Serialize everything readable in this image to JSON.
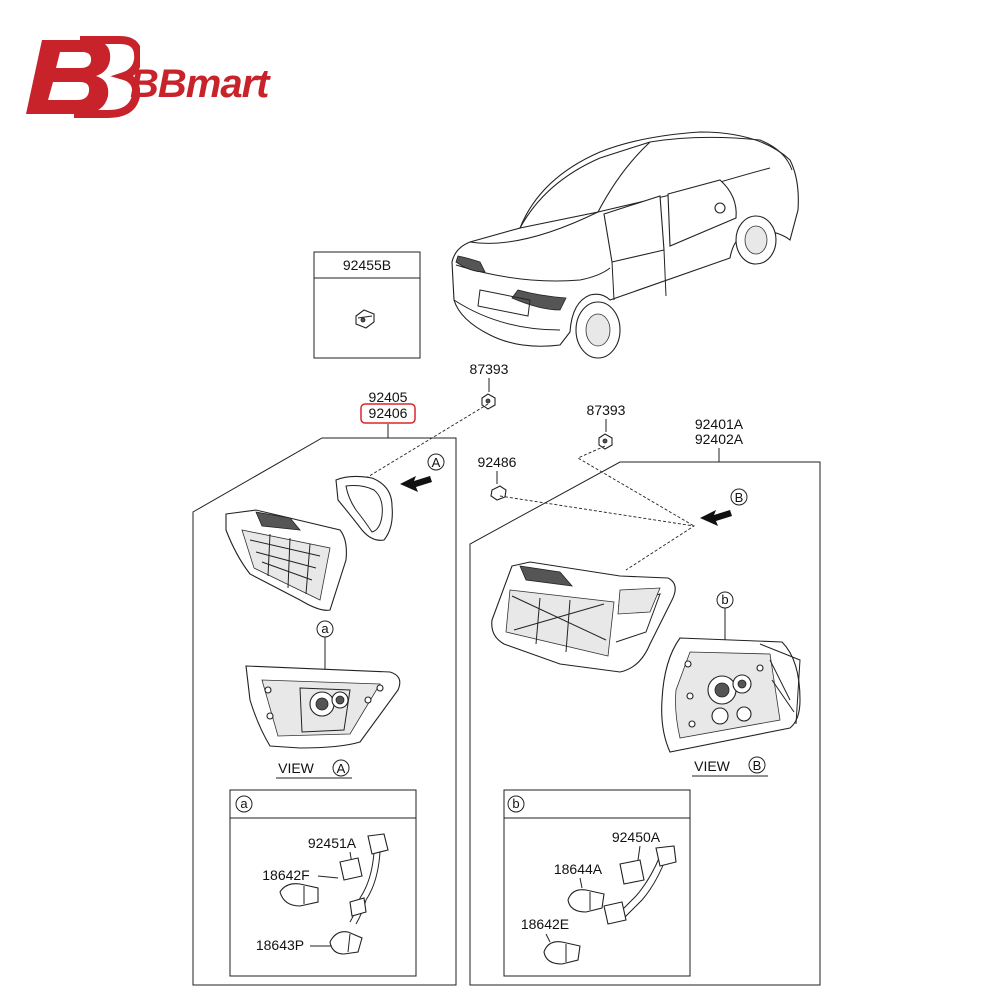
{
  "brand": {
    "name": "BBmart",
    "color": "#c8232b"
  },
  "highlight_color": "#d9262b",
  "labels": {
    "p92455B": "92455B",
    "p87393_left": "87393",
    "p92405": "92405",
    "p92406": "92406",
    "p87393_right": "87393",
    "p92401A": "92401A",
    "p92402A": "92402A",
    "p92486": "92486",
    "viewA_word": "VIEW",
    "viewA_letter": "A",
    "viewB_word": "VIEW",
    "viewB_letter": "B",
    "arrowA_letter": "A",
    "arrowB_letter": "B",
    "callout_a": "a",
    "callout_b": "b",
    "boxA_letter": "a",
    "boxB_letter": "b",
    "p92451A": "92451A",
    "p18642F": "18642F",
    "p18643P": "18643P",
    "p92450A": "92450A",
    "p18644A": "18644A",
    "p18642E": "18642E"
  },
  "icons": [
    "bbmart-logo-icon",
    "car-icon",
    "bolt-icon",
    "nut-icon",
    "clip-icon",
    "bulb-icon",
    "socket-icon",
    "arrow-icon"
  ]
}
